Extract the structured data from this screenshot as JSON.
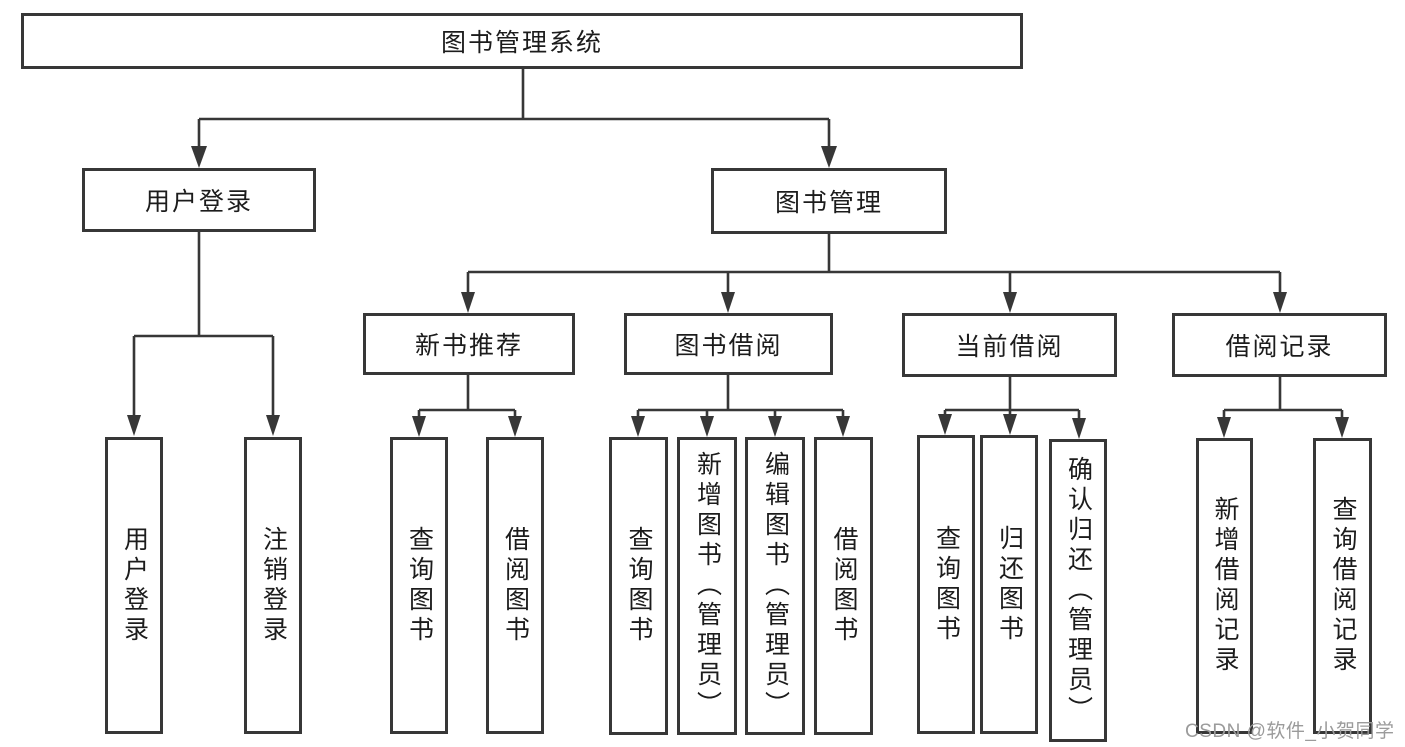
{
  "tree": {
    "root": {
      "label": "图书管理系统"
    },
    "branches": [
      {
        "label": "用户登录",
        "children": [
          {
            "label": "用户登录"
          },
          {
            "label": "注销登录"
          }
        ]
      },
      {
        "label": "图书管理",
        "children": [
          {
            "label": "新书推荐",
            "children": [
              {
                "label": "查询图书"
              },
              {
                "label": "借阅图书"
              }
            ]
          },
          {
            "label": "图书借阅",
            "children": [
              {
                "label": "查询图书"
              },
              {
                "label": "新增图书（管理员）"
              },
              {
                "label": "编辑图书（管理员）"
              },
              {
                "label": "借阅图书"
              }
            ]
          },
          {
            "label": "当前借阅",
            "children": [
              {
                "label": "查询图书"
              },
              {
                "label": "归还图书"
              },
              {
                "label": "确认归还（管理员）"
              }
            ]
          },
          {
            "label": "借阅记录",
            "children": [
              {
                "label": "新增借阅记录"
              },
              {
                "label": "查询借阅记录"
              }
            ]
          }
        ]
      }
    ]
  },
  "watermark": {
    "text": "CSDN @软件_小贺同学"
  },
  "colors": {
    "line": "#373737",
    "box_border": "#373737",
    "box_background": "#ffffff",
    "text": "#1c1c1c",
    "watermark": "#9b9b9b",
    "background": "#ffffff"
  }
}
